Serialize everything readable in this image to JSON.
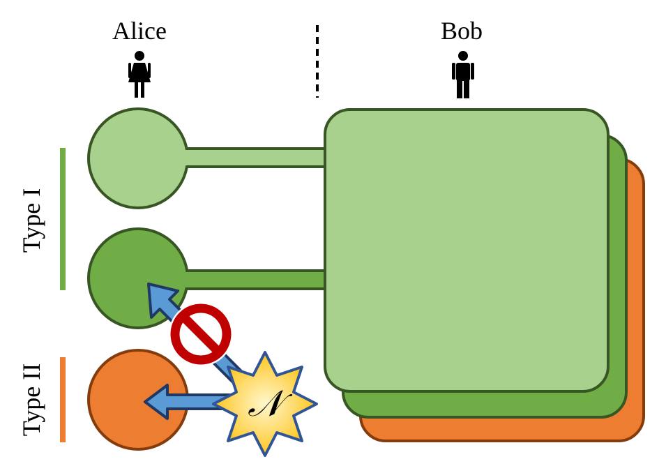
{
  "labels": {
    "alice": "Alice",
    "bob": "Bob",
    "type_one": "Type I",
    "type_two": "Type II",
    "noise_symbol": "𝒩"
  },
  "colors": {
    "light_green": "#a9d18e",
    "mid_green": "#70ad47",
    "orange": "#ed7d31",
    "dark_green_stroke": "#375623",
    "dark_orange_stroke": "#843c0c",
    "arrow_blue": "#5b9bd5",
    "arrow_stroke": "#1f3864",
    "forbidden_red": "#c00000",
    "star_gold": "#ffc000",
    "star_edge": "#2f5597"
  },
  "icons": {
    "alice_person": "female-person-icon",
    "bob_person": "male-person-icon",
    "forbidden": "prohibited-icon",
    "noise_star": "noise-star-icon"
  }
}
